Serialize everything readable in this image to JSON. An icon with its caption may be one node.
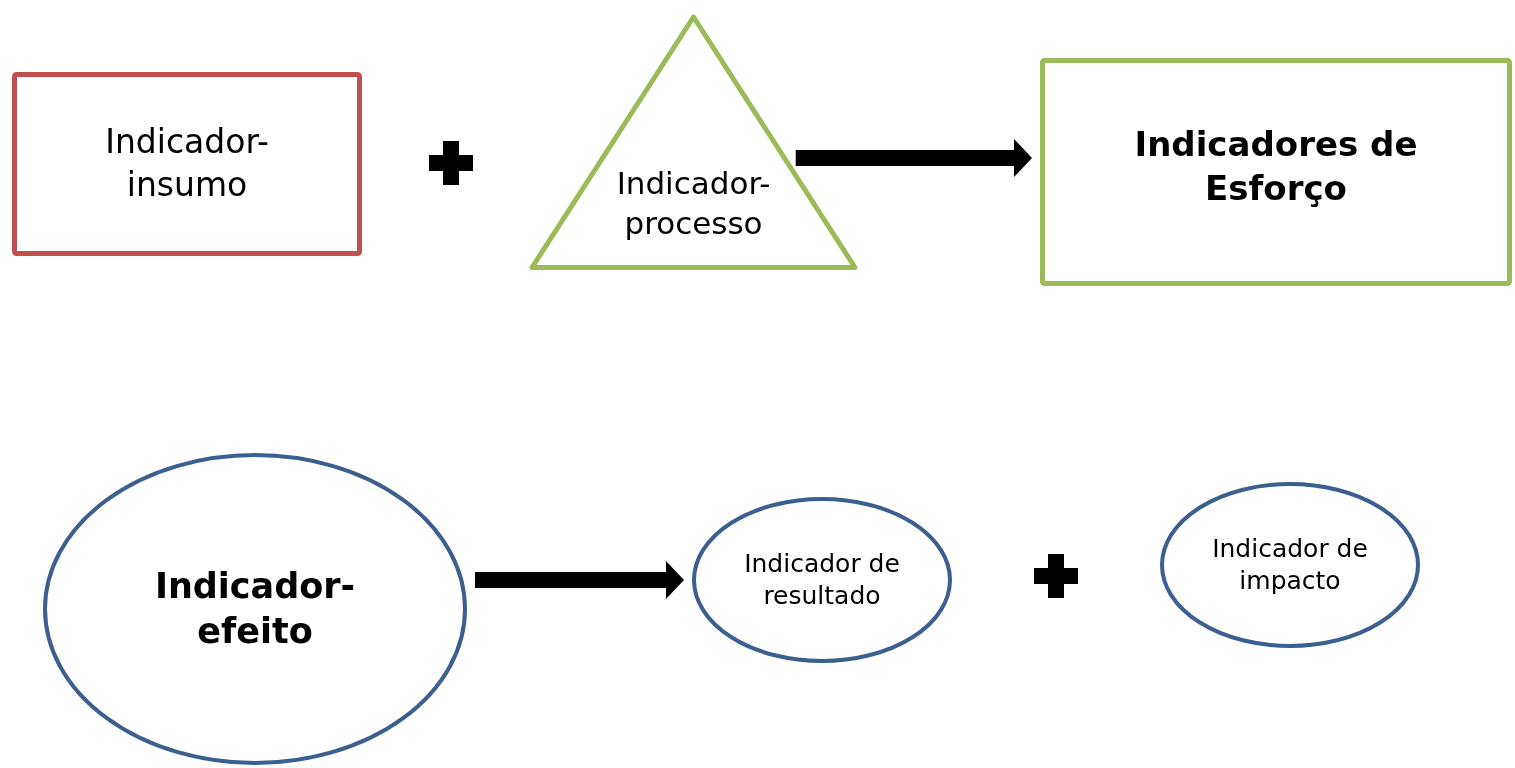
{
  "diagram": {
    "nodes": [
      {
        "text": [
          "Indicador-insumo"
        ]
      },
      {
        "text": [
          "Indicador-processo"
        ]
      },
      {
        "text": [
          "Indicadores de Esforço"
        ]
      },
      {
        "text": [
          "Indicador-efeito"
        ]
      },
      {
        "text": [
          "Indicador de resultado"
        ]
      },
      {
        "text": [
          "Indicador de impacto"
        ]
      }
    ],
    "edges": [
      {
        "from": 1,
        "to": 2,
        "arrow": "to"
      },
      {
        "from": 3,
        "to": 4,
        "arrow": "to"
      }
    ]
  }
}
